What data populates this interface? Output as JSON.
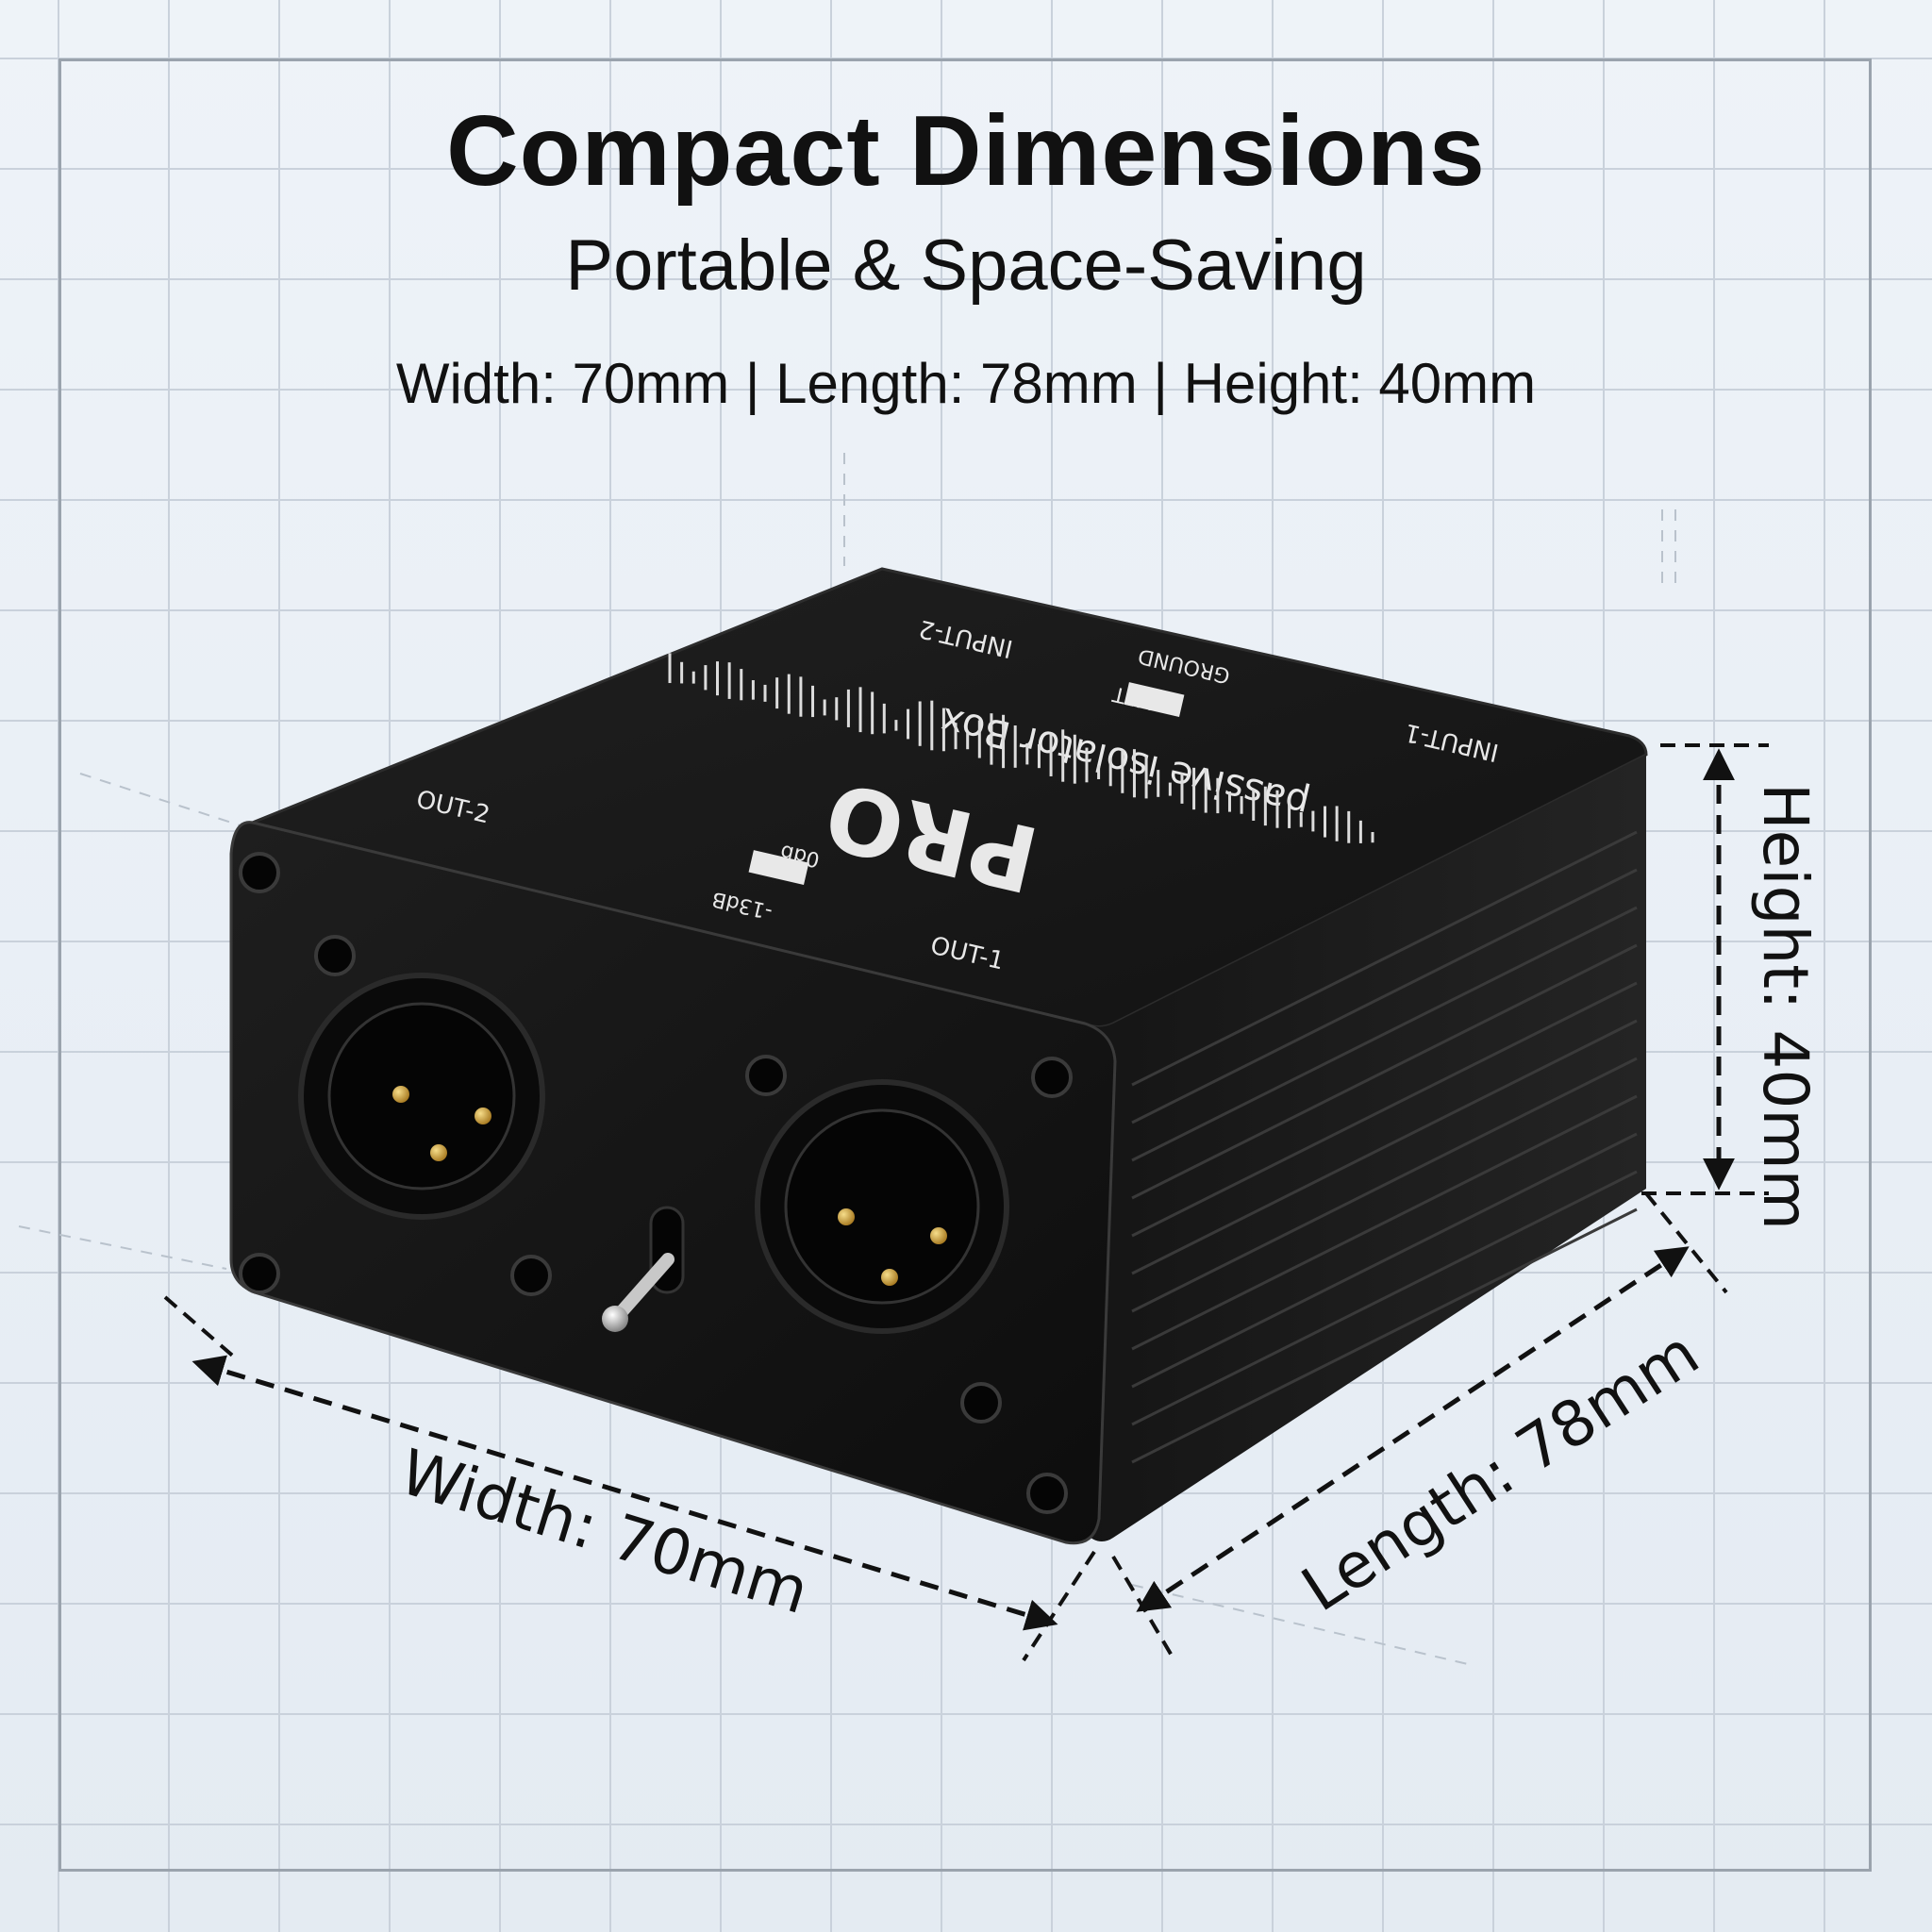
{
  "header": {
    "title": "Compact Dimensions",
    "subtitle": "Portable & Space-Saving",
    "dimensions_line": "Width: 70mm | Length: 78mm | Height: 40mm"
  },
  "measurements": {
    "width_label": "Width: 70mm",
    "length_label": "Length: 78mm",
    "height_label": "Height: 40mm"
  },
  "device": {
    "brand": "PRO",
    "model": "passive isolator Box",
    "ports": {
      "input_1": "INPUT-1",
      "input_2": "INPUT-2",
      "out_1": "OUT-1",
      "out_2": "OUT-2"
    },
    "switches": {
      "ground_lift_top": "GROUND",
      "ground_lift_bottom": "LIFT",
      "pad_top": "0db",
      "pad_bottom": "-13dB"
    },
    "finish_color": "#141414"
  },
  "colors": {
    "background": "#eaf0f6",
    "grid_line": "#c9d1db",
    "text": "#111111",
    "gold_pin": "#d4a63a"
  }
}
